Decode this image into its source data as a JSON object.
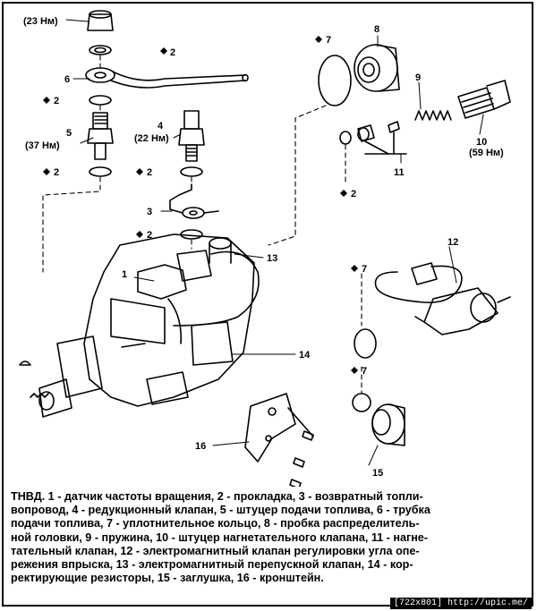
{
  "labels": {
    "p23": "(23 Нм)",
    "n2a": "2",
    "n6": "6",
    "n2b": "2",
    "n5": "5",
    "p37": "(37 Нм)",
    "n2c": "2",
    "n4": "4",
    "p22": "(22 Нм)",
    "n2d": "2",
    "n3": "3",
    "n2e": "2",
    "n7a": "7",
    "n8": "8",
    "n9": "9",
    "n10": "10",
    "p59": "(59 Нм)",
    "n2f": "2",
    "n11": "11",
    "n12": "12",
    "n13": "13",
    "n1": "1",
    "n14": "14",
    "n7b": "7",
    "n7c": "7",
    "n15": "15",
    "n16": "16"
  },
  "caption": {
    "line1": "ТНВД. 1 - датчик частоты вращения, 2 - прокладка, 3 - возвратный топли-",
    "line2": "вопровод, 4 - редукционный клапан, 5 - штуцер подачи топлива, 6 - трубка",
    "line3": "подачи топлива, 7 - уплотнительное кольцо, 8 - пробка распределитель-",
    "line4": "ной головки, 9 - пружина, 10 - штуцер нагнетательного клапана, 11 - нагне-",
    "line5": "тательный клапан, 12 - электромагнитный клапан регулировки угла опе-",
    "line6": "режения впрыска, 13 - электромагнитный перепускной клапан, 14 - кор-",
    "line7": "ректирующие резисторы, 15 - заглушка, 16 - кронштейн."
  },
  "watermark": "[722x801] http://upic.me/",
  "icons": {
    "diamond": "diamond-marker-icon"
  }
}
